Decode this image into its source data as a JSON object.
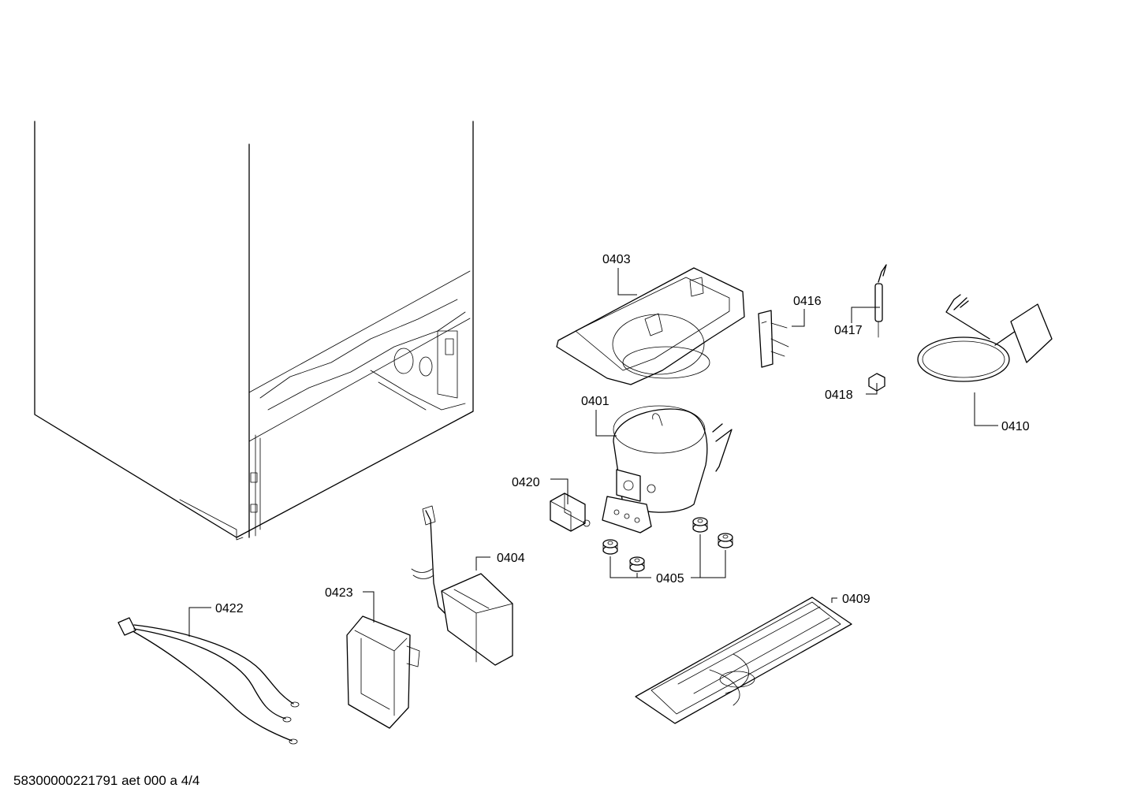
{
  "labels": {
    "p0401": "0401",
    "p0403": "0403",
    "p0404": "0404",
    "p0405": "0405",
    "p0409": "0409",
    "p0410": "0410",
    "p0416": "0416",
    "p0417": "0417",
    "p0418": "0418",
    "p0420": "0420",
    "p0422": "0422",
    "p0423": "0423"
  },
  "footer": "58300000221791 aet 000 a 4/4"
}
